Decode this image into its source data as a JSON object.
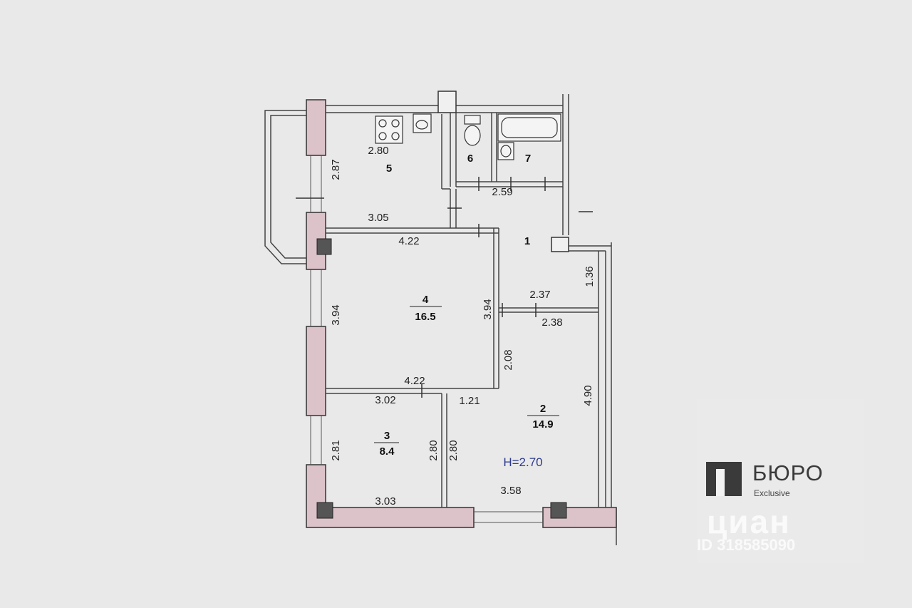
{
  "rooms": [
    {
      "number": "1",
      "area": ""
    },
    {
      "number": "2",
      "area": "14.9"
    },
    {
      "number": "3",
      "area": "8.4"
    },
    {
      "number": "4",
      "area": "16.5"
    },
    {
      "number": "5",
      "area": ""
    },
    {
      "number": "6",
      "area": ""
    },
    {
      "number": "7",
      "area": ""
    }
  ],
  "dimensions": {
    "kitchen_width": "2.80",
    "kitchen_depth": "2.87",
    "kitchen_lower": "3.05",
    "corridor_bath": "2.59",
    "room4_top": "4.22",
    "room4_bottom": "4.22",
    "room4_left": "3.94",
    "room4_right": "3.94",
    "hall_upper": "2.37",
    "hall_lower": "2.38",
    "hall_side": "1.36",
    "room2_inner": "2.08",
    "room2_door": "1.21",
    "room2_right": "4.90",
    "room2_bottom": "3.58",
    "room3_top": "3.02",
    "room3_left": "2.81",
    "room3_right_a": "2.80",
    "room3_right_b": "2.80",
    "room3_bottom": "3.03"
  },
  "ceiling_height": "H=2.70",
  "brand": {
    "name": "БЮРО",
    "subtitle": "Exclusive"
  },
  "watermark": {
    "name": "циан",
    "listing_id": "ID 318585090"
  }
}
